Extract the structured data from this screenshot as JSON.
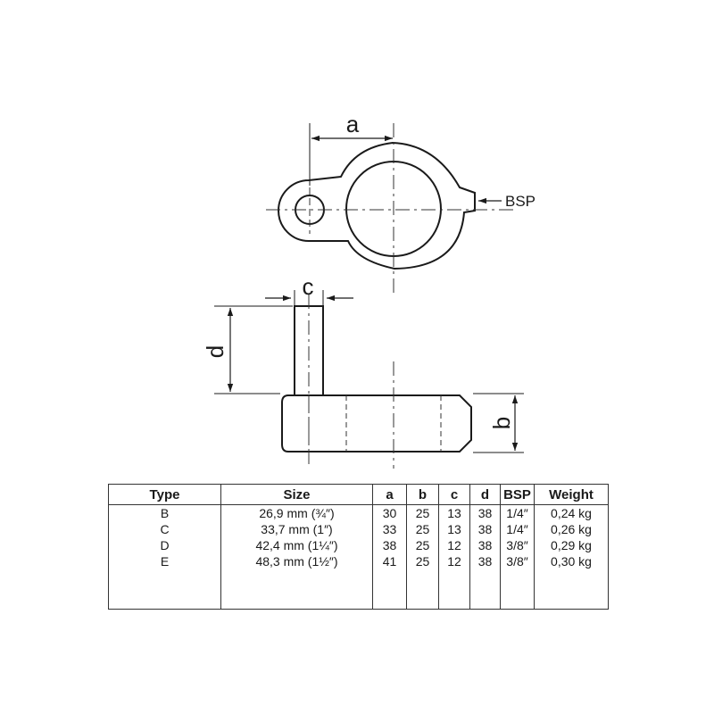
{
  "drawing": {
    "dimension_a": "a",
    "dimension_b": "b",
    "dimension_c": "c",
    "dimension_d": "d",
    "thread_callout": "BSP"
  },
  "table": {
    "headers": [
      "Type",
      "Size",
      "a",
      "b",
      "c",
      "d",
      "BSP",
      "Weight"
    ],
    "rows": [
      [
        "B",
        "26,9 mm (¾″)",
        "30",
        "25",
        "13",
        "38",
        "1/4″",
        "0,24 kg"
      ],
      [
        "C",
        "33,7 mm (1″)",
        "33",
        "25",
        "13",
        "38",
        "1/4″",
        "0,26 kg"
      ],
      [
        "D",
        "42,4 mm (1¼″)",
        "38",
        "25",
        "12",
        "38",
        "3/8″",
        "0,29 kg"
      ],
      [
        "E",
        "48,3 mm (1½″)",
        "41",
        "25",
        "12",
        "38",
        "3/8″",
        "0,30 kg"
      ]
    ]
  }
}
